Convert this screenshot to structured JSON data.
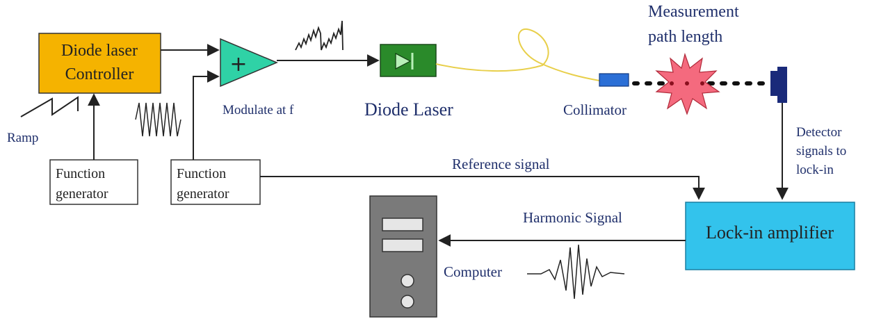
{
  "controller": {
    "line1": "Diode laser",
    "line2": "Controller"
  },
  "labels": {
    "ramp": "Ramp",
    "modulate": "Modulate at f",
    "diode_laser": "Diode Laser",
    "collimator": "Collimator",
    "measurement_line1": "Measurement",
    "measurement_line2": "path length",
    "detector_line1": "Detector",
    "detector_line2": "signals to",
    "detector_line3": "lock-in",
    "reference_signal": "Reference signal",
    "harmonic_signal": "Harmonic Signal",
    "computer": "Computer"
  },
  "function_generator_1": {
    "line1": "Function",
    "line2": "generator"
  },
  "function_generator_2": {
    "line1": "Function",
    "line2": "generator"
  },
  "lock_in": {
    "label": "Lock-in amplifier"
  },
  "colors": {
    "controller_fill": "#f5b300",
    "amplifier_fill": "#2fd2a6",
    "laser_fill": "#2a8a2a",
    "fiber": "#e8cf4a",
    "collimator_fill": "#2b6fd6",
    "burst_fill": "#f46a7e",
    "detector_fill": "#1a2a7a",
    "lockin_fill": "#33c3ec",
    "computer_fill": "#7a7a7a",
    "text": "#1f2f6b"
  }
}
